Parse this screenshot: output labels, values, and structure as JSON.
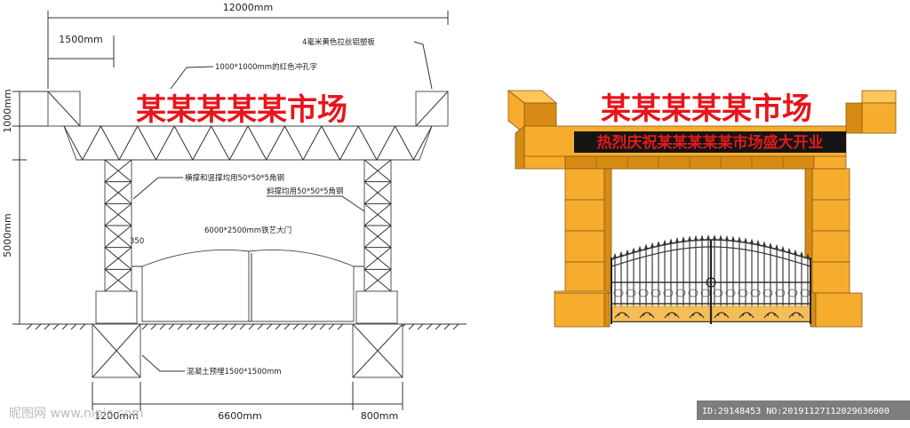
{
  "drawing": {
    "dim_total_width": "12000mm",
    "dim_post_width": "1500mm",
    "dim_beam_height": "1000mm",
    "dim_column_height": "5000mm",
    "dim_footing": "1200mm",
    "dim_span": "6600mm",
    "dim_side": "800mm",
    "dim_small": "350",
    "sign_text": "某某某某某市场",
    "note_board": "4毫米黄色拉丝铝塑板",
    "note_letters": "1000*1000mm的红色冲孔字",
    "note_members": "横撑和竖撑均用50*50*5角钢",
    "note_bracing": "斜撑均用50*50*5角钢",
    "note_gate": "6000*2500mm铁艺大门",
    "note_foundation": "混凝土预埋1500*1500mm"
  },
  "render": {
    "sign_text": "某某某某某市场",
    "led_text": "热烈庆祝某某某某某市场盛大开业"
  },
  "watermark": {
    "left": "昵图网 www.nipic.com",
    "right": "ID:29148453 NO:20191127112029636000"
  },
  "colors": {
    "gold": "#f6ad2e",
    "gold_dark": "#d68b14",
    "sign_red": "#e8141b",
    "led_bg": "#141414"
  }
}
